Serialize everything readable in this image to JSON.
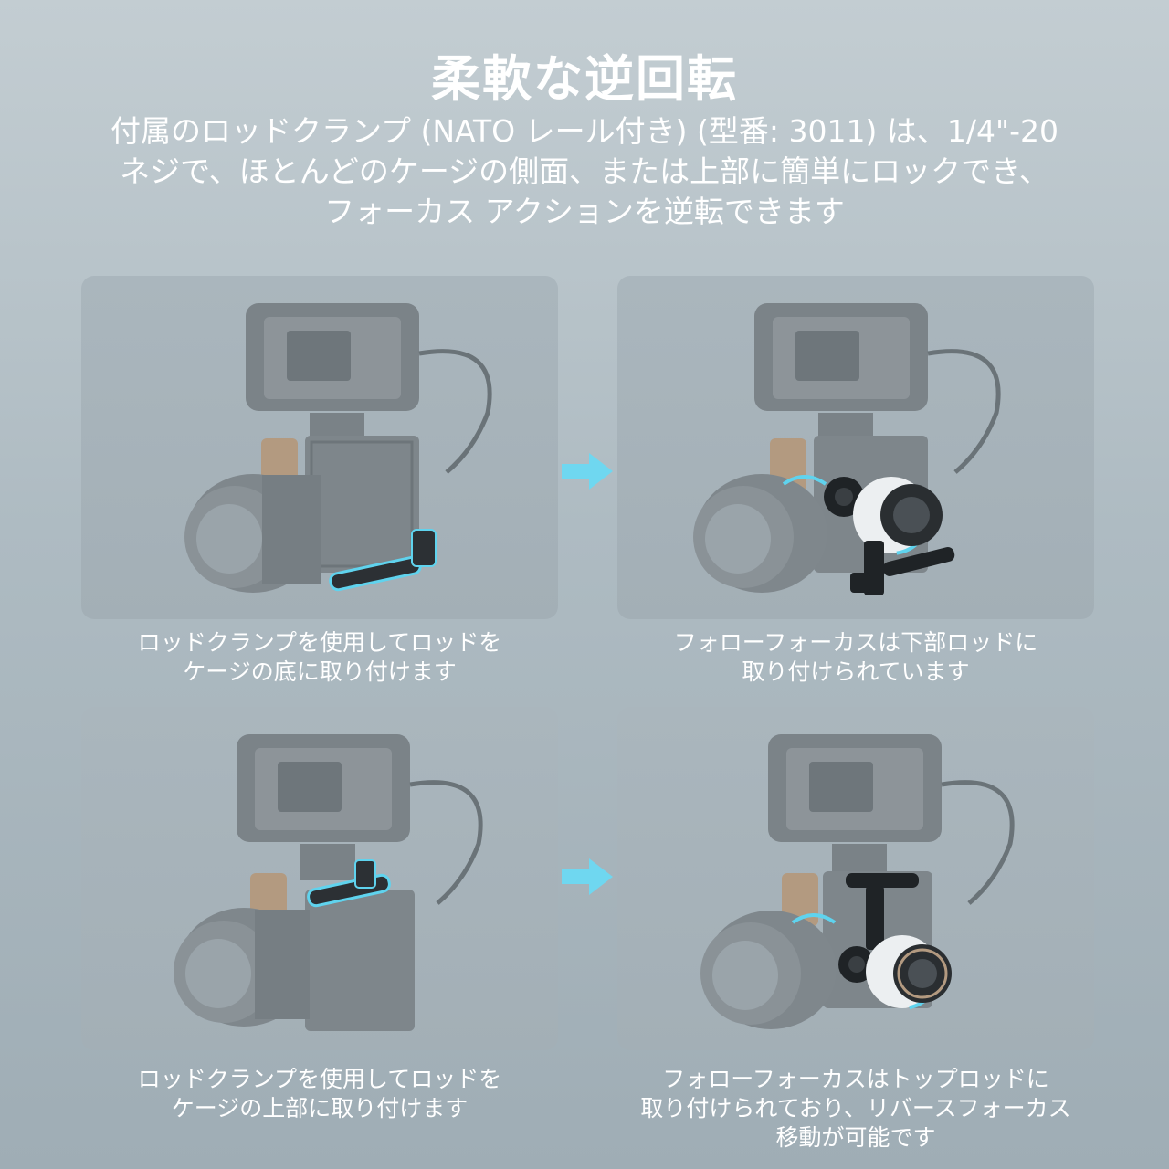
{
  "header": {
    "title": "柔軟な逆回転",
    "description_lines": [
      "付属のロッドクランプ (NATO レール付き) (型番: 3011) は、1/4\"-20",
      "ネジで、ほとんどのケージの側面、または上部に簡単にロックでき、",
      "フォーカス アクションを逆転できます"
    ]
  },
  "steps": [
    {
      "caption_lines": [
        "ロッドクランプを使用してロッドを",
        "ケージの底に取り付けます"
      ]
    },
    {
      "caption_lines": [
        "フォローフォーカスは下部ロッドに",
        "取り付けられています"
      ]
    },
    {
      "caption_lines": [
        "ロッドクランプを使用してロッドを",
        "ケージの上部に取り付けます"
      ]
    },
    {
      "caption_lines": [
        "フォローフォーカスはトップロッドに",
        "取り付けられており、リバースフォーカス",
        "移動が可能です"
      ]
    }
  ],
  "colors": {
    "accent_cyan": "#5fd3ee",
    "arrow": "#6fd7f0",
    "panel_bg": "#a7b3ba",
    "text": "#ffffff"
  },
  "icons": [
    "right-arrow-icon",
    "camera-rig-image"
  ]
}
